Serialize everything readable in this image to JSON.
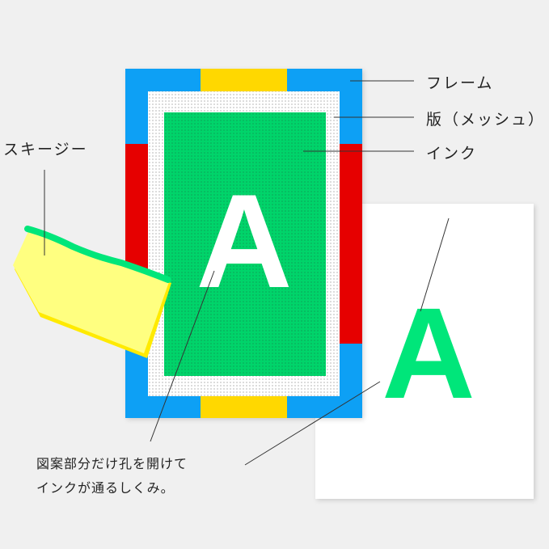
{
  "labels": {
    "frame": "フレーム",
    "mesh": "版（メッシュ）",
    "ink": "インク",
    "squeegee": "スキージー"
  },
  "letter": "A",
  "caption": {
    "line1": "図案部分だけ孔を開けて",
    "line2": "インクが通るしくみ。"
  },
  "colors": {
    "frame": "#0aa0f5",
    "yellow": "#ffd800",
    "red": "#e60000",
    "ink": "#00d46a",
    "printed_ink": "#00e67a",
    "squeegee": "#ffff80"
  }
}
